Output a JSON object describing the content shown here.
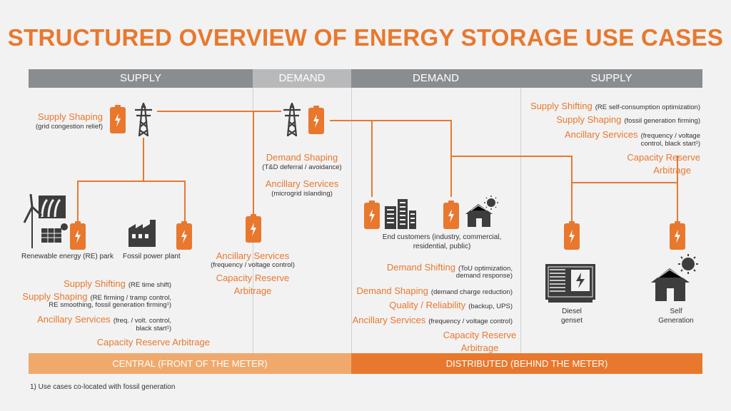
{
  "title": "STRUCTURED OVERVIEW OF ENERGY STORAGE USE CASES",
  "headers": [
    "SUPPLY",
    "DEMAND",
    "DEMAND",
    "SUPPLY"
  ],
  "footers": {
    "central": "CENTRAL (FRONT OF THE METER)",
    "distributed": "DISTRIBUTED (BEHIND THE METER)"
  },
  "footnote": "1) Use cases co-located with fossil generation",
  "colors": {
    "accent": "#e8782e",
    "header_dark": "#8a8d8f",
    "header_light": "#b7b9bb",
    "icon": "#3d3d3d"
  },
  "col1": {
    "supply_shaping": "Supply Shaping",
    "supply_shaping_sub": "(grid congestion relief)",
    "re_park": "Renewable energy (RE) park",
    "fossil_plant": "Fossil power plant",
    "uc1": "Supply Shifting",
    "uc1_note": "(RE time shift)",
    "uc2": "Supply Shaping",
    "uc2_note": "(RE firming / tramp control,",
    "uc2_note2": "RE smoothing, fossil generation firming¹)",
    "uc3": "Ancillary Services",
    "uc3_note": "(freq. / volt. control,",
    "uc3_note2": "black start¹)",
    "uc4": "Capacity Reserve Arbitrage"
  },
  "col2": {
    "demand_shaping": "Demand Shaping",
    "demand_shaping_sub": "(T&D deferral / avoidance)",
    "ancillary": "Ancillary Services",
    "ancillary_sub": "(microgrid islanding)",
    "ancillary2": "Ancillary Services",
    "ancillary2_sub": "(frequency / voltage control)",
    "capacity": "Capacity Reserve",
    "arbitrage": "Arbitrage"
  },
  "col3": {
    "end_customers": "End customers (industry, commercial,",
    "end_customers2": "residential, public)",
    "uc1": "Demand Shifting",
    "uc1_note": "(ToU optimization,",
    "uc1_note2": "demand response)",
    "uc2": "Demand Shaping",
    "uc2_note": "(demand charge reduction)",
    "uc3": "Quality / Reliability",
    "uc3_note": "(backup, UPS)",
    "uc4": "Ancillary Services",
    "uc4_note": "(frequency / voltage control)",
    "capacity": "Capacity Reserve",
    "arbitrage": "Arbitrage"
  },
  "col4": {
    "uc1": "Supply Shifting",
    "uc1_note": "(RE self-consumption optimization)",
    "uc2": "Supply Shaping",
    "uc2_note": "(fossil generation firming)",
    "uc3": "Ancillary Services",
    "uc3_note": "(frequency  / voltage",
    "uc3_note2": "control, black start¹)",
    "capacity": "Capacity Reserve",
    "arbitrage": "Arbitrage",
    "diesel": "Diesel",
    "diesel2": "genset",
    "self": "Self",
    "self2": "Generation"
  }
}
